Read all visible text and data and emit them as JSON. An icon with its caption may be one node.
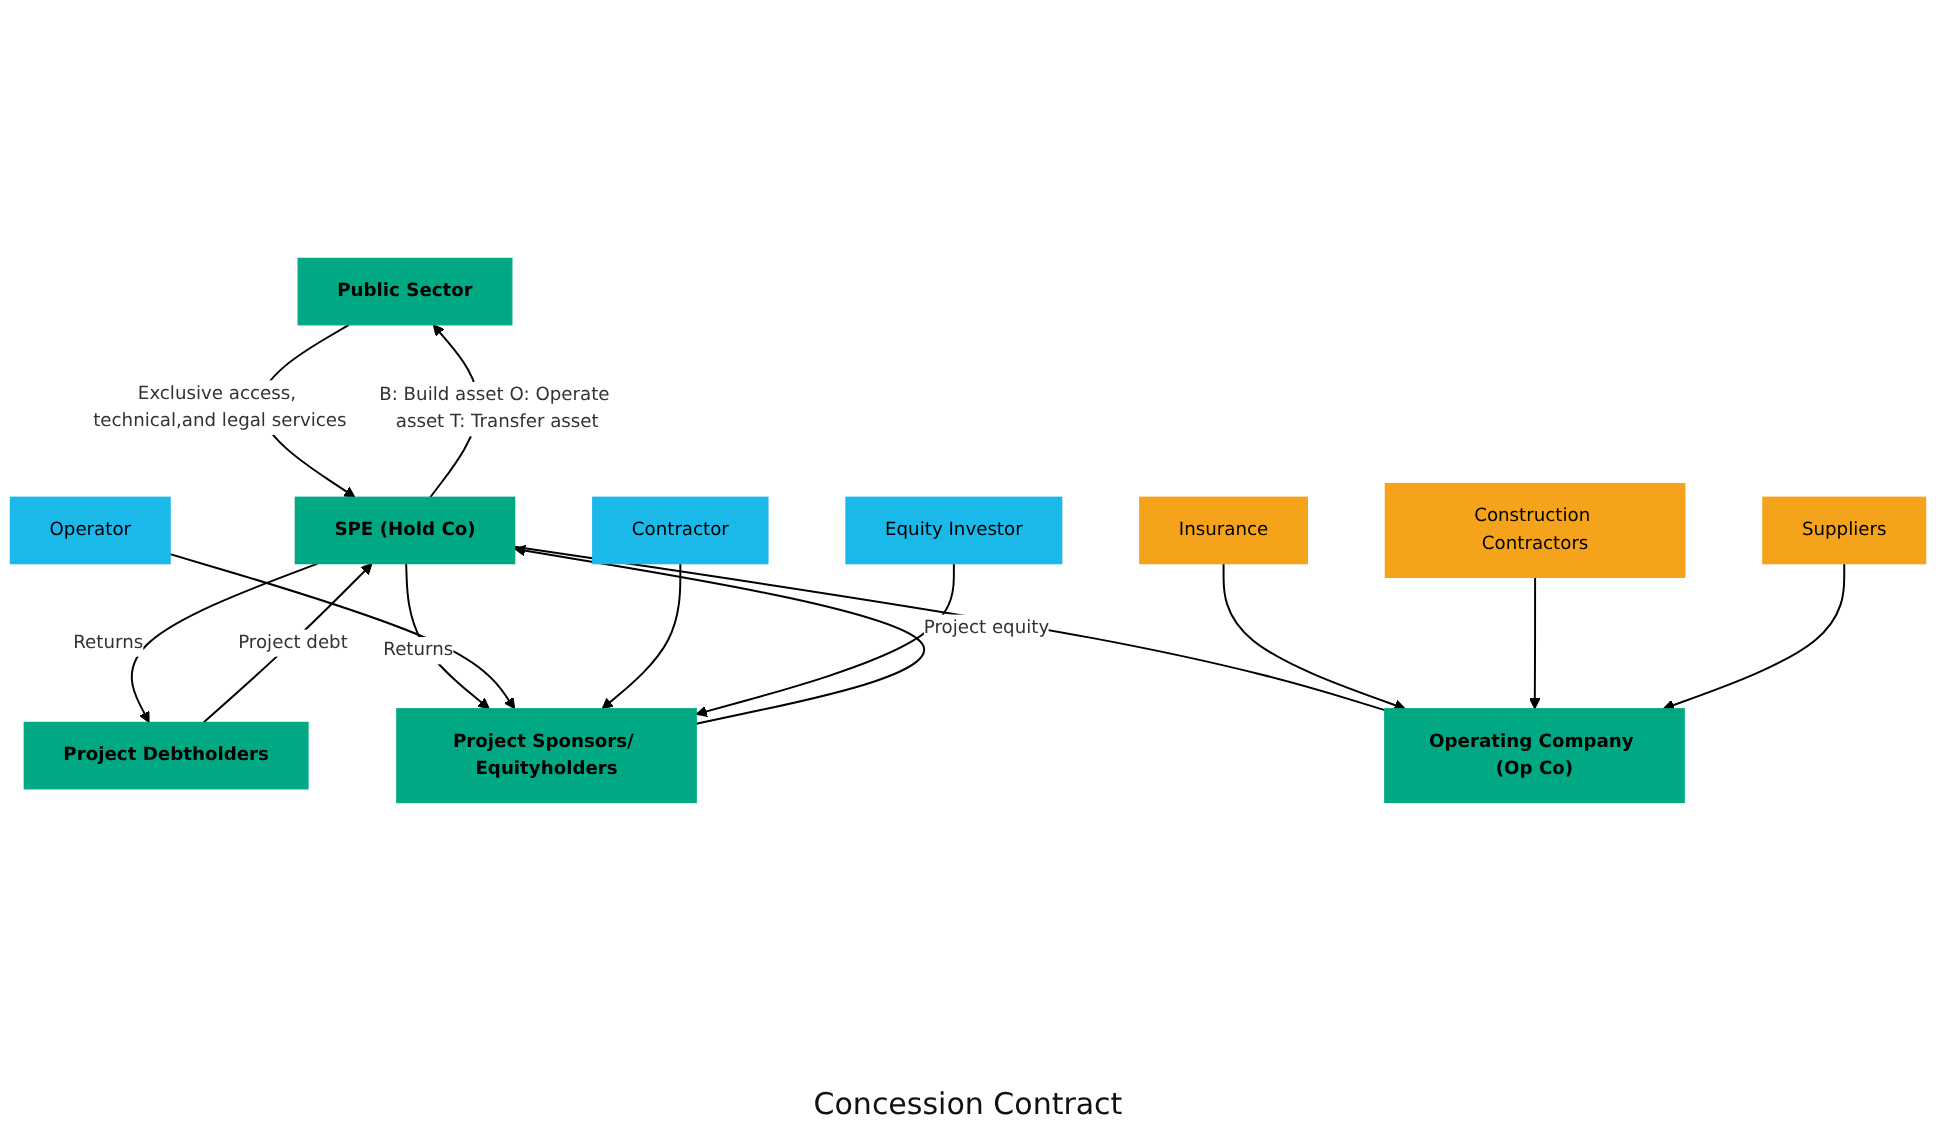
{
  "diagram": {
    "nodes": [
      {
        "text": [
          "Public Sector"
        ]
      },
      {
        "text": [
          "Project Debtholders"
        ]
      },
      {
        "text": [
          "SPE (Hold Co)"
        ]
      },
      {
        "text": [
          "Operating Company (Op Co)"
        ]
      },
      {
        "text": [
          "Project Sponsors/ Equityholders"
        ]
      },
      {
        "text": [
          "Insurance"
        ]
      },
      {
        "text": [
          "Construction Contractors"
        ]
      },
      {
        "text": [
          "Suppliers"
        ]
      },
      {
        "text": [
          "Operator"
        ]
      },
      {
        "text": [
          "Contractor"
        ]
      },
      {
        "text": [
          "Equity Investor"
        ]
      }
    ],
    "edges": [
      {
        "from": 2,
        "to": 0,
        "arrow": "to",
        "label": "B: Build asset O: Operate asset T: Transfer asset"
      },
      {
        "from": 0,
        "to": 2,
        "arrow": "to",
        "label": "Exclusive access, technical,and legal services"
      },
      {
        "from": 2,
        "to": 1,
        "arrow": "to",
        "label": "Returns"
      },
      {
        "from": 1,
        "to": 2,
        "arrow": "to",
        "label": "Project debt"
      },
      {
        "from": 4,
        "to": 2,
        "arrow": "to",
        "label": "Project equity"
      },
      {
        "from": 2,
        "to": 4,
        "arrow": "to",
        "label": "Returns"
      },
      {
        "from": 2,
        "to": 3,
        "arrow": "none"
      },
      {
        "from": 5,
        "to": 3,
        "arrow": "to"
      },
      {
        "from": 6,
        "to": 3,
        "arrow": "to"
      },
      {
        "from": 7,
        "to": 3,
        "arrow": "to"
      },
      {
        "from": 8,
        "to": 4,
        "arrow": "to"
      },
      {
        "from": 9,
        "to": 4,
        "arrow": "to"
      },
      {
        "from": 10,
        "to": 4,
        "arrow": "to"
      }
    ],
    "labels": [
      "Concession Contract"
    ]
  }
}
